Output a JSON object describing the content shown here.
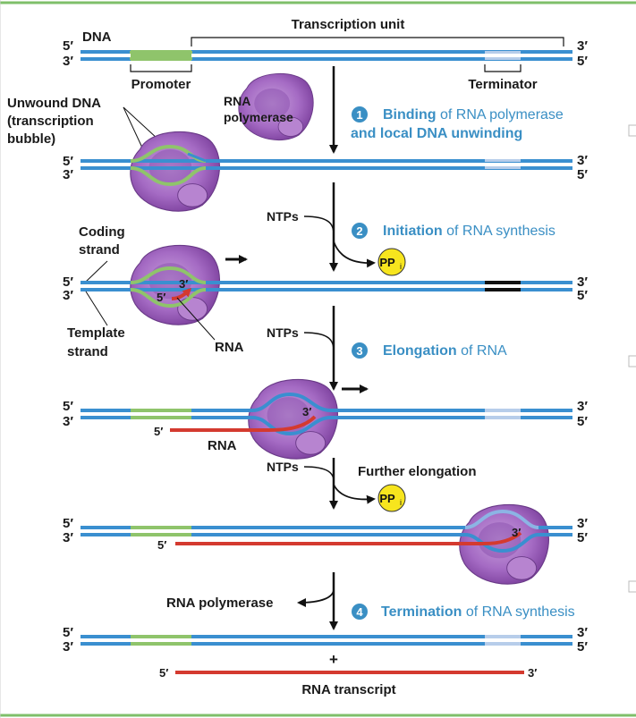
{
  "header": {
    "transcription_unit": "Transcription unit",
    "dna": "DNA",
    "promoter": "Promoter",
    "terminator": "Terminator"
  },
  "labels": {
    "unwound_line1": "Unwound DNA",
    "unwound_line2": "(transcription",
    "unwound_line3": "bubble)",
    "rnap_line1": "RNA",
    "rnap_line2": "polymerase",
    "coding_line1": "Coding",
    "coding_line2": "strand",
    "template_line1": "Template",
    "template_line2": "strand",
    "rna": "RNA",
    "ntps": "NTPs",
    "pp": "PP",
    "pp_sub": "i",
    "further_elongation": "Further elongation",
    "rna_polymerase": "RNA polymerase",
    "plus": "+",
    "rna_transcript": "RNA transcript",
    "five": "5′",
    "three": "3′"
  },
  "steps": [
    {
      "num": "1",
      "bold": "Binding",
      "rest1": " of RNA polymerase",
      "rest2": "and local DNA unwinding"
    },
    {
      "num": "2",
      "bold": "Initiation",
      "rest1": " of RNA synthesis"
    },
    {
      "num": "3",
      "bold": "Elongation",
      "rest1": " of RNA"
    },
    {
      "num": "4",
      "bold": "Termination",
      "rest1": " of RNA synthesis"
    }
  ],
  "colors": {
    "dna": "#3a8fd0",
    "promoter": "#8fc46b",
    "terminator": "#b7cdea",
    "rna": "#d43a2f",
    "enzyme": "#a56bc4",
    "enzyme_dark": "#7b3f9c",
    "step_blue": "#3a8fc4",
    "pp_fill": "#f7e51e",
    "border_green": "#7fbf6a"
  }
}
